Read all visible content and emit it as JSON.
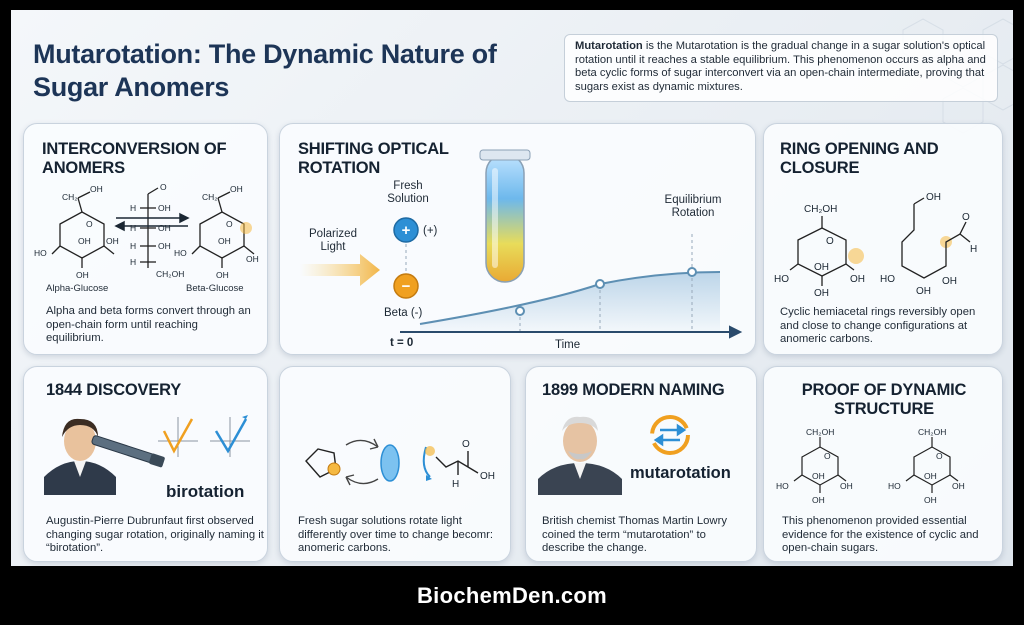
{
  "title": "Mutarotation: The Dynamic Nature of Sugar Anomers",
  "definition": {
    "term": "Mutarotation",
    "text": " is the Mutarotation is the gradual change in a sugar solution's optical rotation until it reaches a stable equilibrium. This phenomenon occurs as alpha and beta cyclic forms of sugar interconvert via an open-chain intermediate, proving that sugars exist as dynamic mixtures."
  },
  "cards": {
    "interconversion": {
      "heading": "INTERCONVERSION OF ANOMERS",
      "alpha_label": "Alpha-Glucose",
      "beta_label": "Beta-Glucose",
      "desc": "Alpha and beta forms convert through an open-chain form until reaching equilibrium."
    },
    "optical": {
      "heading": "SHIFTING OPTICAL ROTATION",
      "fresh_solution": "Fresh Solution",
      "polarized_light": "Polarized Light",
      "plus_sign": "+",
      "plus_label": "(+)",
      "minus_sign": "−",
      "beta_label": "Beta (-)",
      "equilibrium": "Equilibrium Rotation",
      "t0": "t = 0",
      "time": "Time"
    },
    "ring": {
      "heading": "RING OPENING AND CLOSURE",
      "desc": "Cyclic hemiacetal rings reversibly open and close to change configurations at anomeric carbons."
    },
    "discovery": {
      "heading": "1844  DISCOVERY",
      "word": "birotation",
      "desc": "Augustin-Pierre Dubrunfaut first observed changing sugar rotation, originally naming it “birotation”."
    },
    "fresh": {
      "desc": "Fresh sugar solutions rotate light differently over time to change becomr: anomeric carbons."
    },
    "naming": {
      "heading": "1899 MODERN NAMING",
      "word": "mutarotation",
      "desc": "British chemist Thomas Martin Lowry coined the term “mutarotation” to describe the change."
    },
    "proof": {
      "heading": "PROOF OF DYNAMIC STRUCTURE",
      "desc": "This phenomenon provided essential evidence for the existence of cyclic and open-chain sugars."
    }
  },
  "chem": {
    "oh": "OH",
    "ch2oh": "CH₂OH",
    "ch2": "CH₂",
    "h": "H",
    "o": "O"
  },
  "footer": "BiochemDen.com",
  "colors": {
    "title": "#1d3557",
    "accent_blue": "#2d8fd5",
    "accent_orange": "#f0a020",
    "curve": "#5d8fb3"
  }
}
